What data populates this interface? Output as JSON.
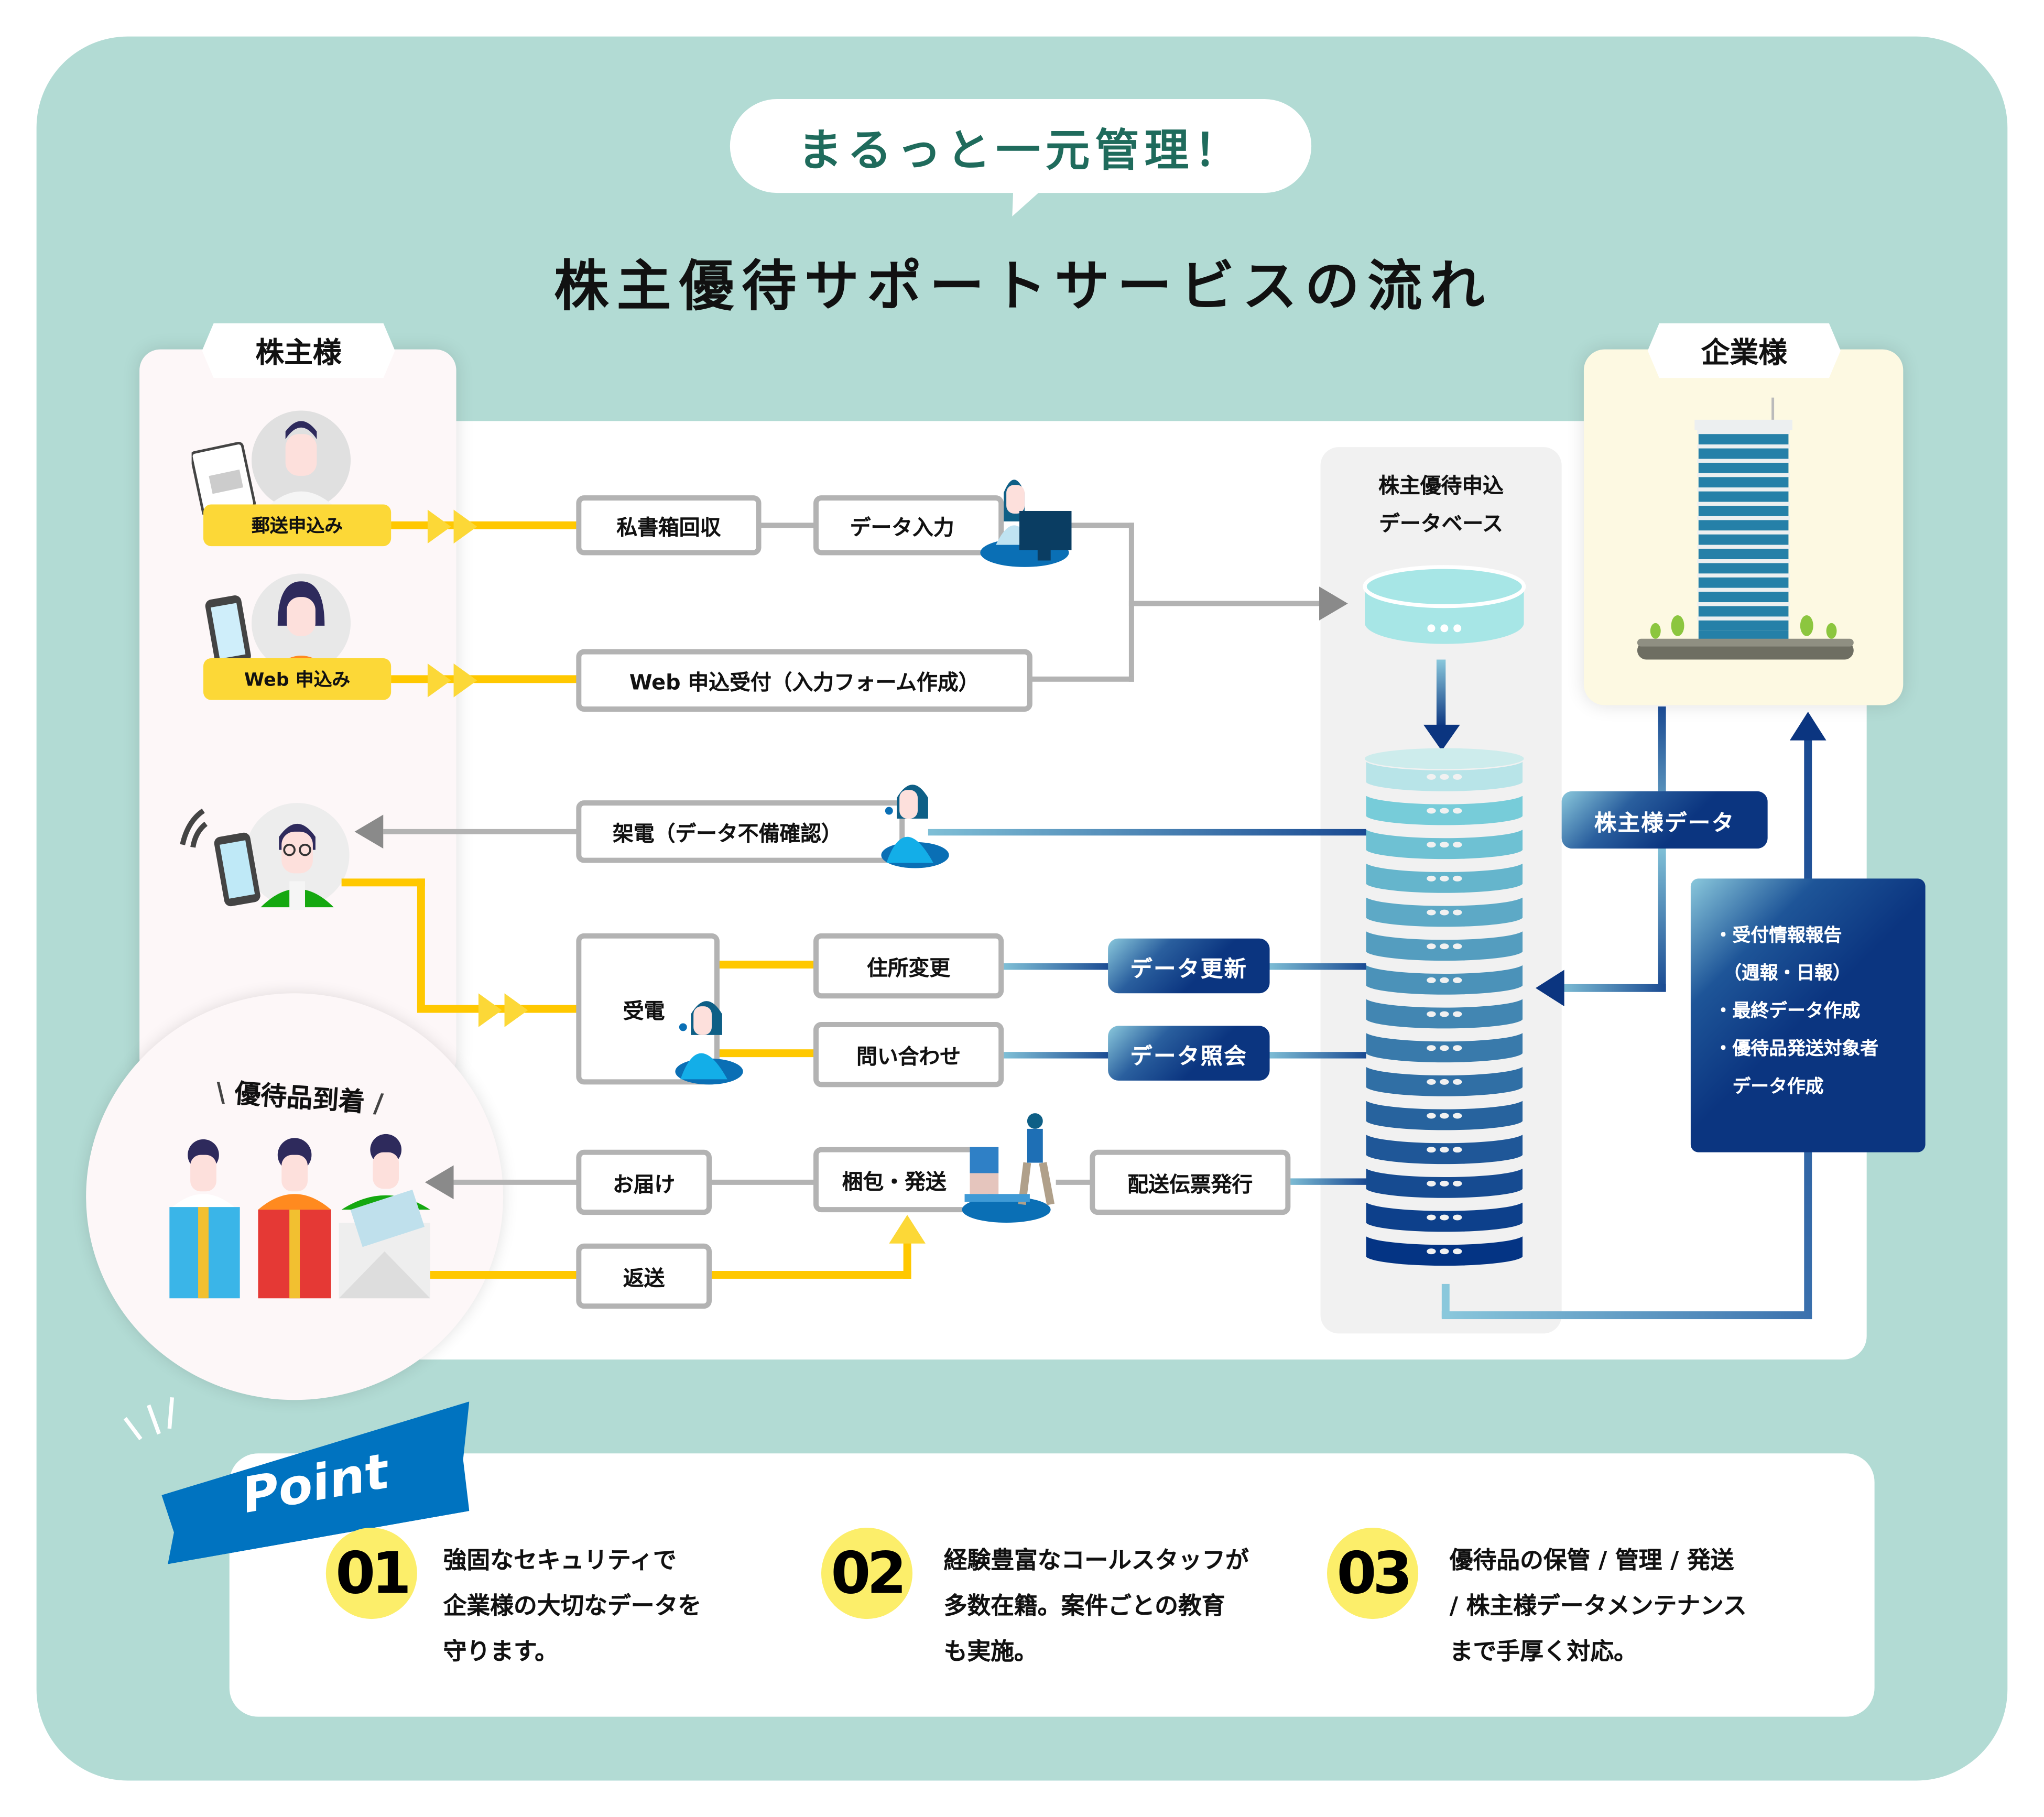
{
  "bubble": {
    "text": "まるっと一元管理！"
  },
  "title": "株主優待サポートサービスの流れ",
  "shareholders": {
    "label": "株主様",
    "postal": {
      "badge": "郵送申込み"
    },
    "web": {
      "badge": "Web 申込み"
    }
  },
  "company": {
    "label": "企業様"
  },
  "database": {
    "title_line1": "株主優待申込",
    "title_line2": "データベース"
  },
  "flow": {
    "po_box": "私書箱回収",
    "data_entry": "データ入力",
    "web_intake": "Web 申込受付（入力フォーム作成）",
    "outbound_call": "架電（データ不備確認）",
    "inbound_call": "受電",
    "address_change": "住所変更",
    "inquiry": "問い合わせ",
    "data_update": "データ更新",
    "data_lookup": "データ照会",
    "delivery": "お届け",
    "packing": "梱包・発送",
    "slip": "配送伝票発行",
    "return": "返送",
    "shareholder_data": "株主様データ"
  },
  "report": {
    "lines": [
      "・受付情報報告",
      "　（週報・日報）",
      "・最終データ作成",
      "・優待品発送対象者",
      "　データ作成"
    ]
  },
  "arrival": {
    "label": "優待品到着"
  },
  "points": {
    "banner": "Point",
    "items": [
      {
        "num": "01",
        "lines": [
          "強固なセキュリティで",
          "企業様の大切なデータを",
          "守ります。"
        ]
      },
      {
        "num": "02",
        "lines": [
          "経験豊富なコールスタッフが",
          "多数在籍。案件ごとの教育",
          "も実施。"
        ]
      },
      {
        "num": "03",
        "lines": [
          "優待品の保管 / 管理 / 発送",
          "/ 株主様データメンテナンス",
          "まで手厚く対応。"
        ]
      }
    ]
  },
  "colors": {
    "background": "#b2dbd4",
    "accent_green": "#1f6b5c",
    "flow_yellow": "#ffc800",
    "navy": "#0b3580",
    "point_blue": "#0073c0",
    "point_yellow": "#fcee6a"
  }
}
